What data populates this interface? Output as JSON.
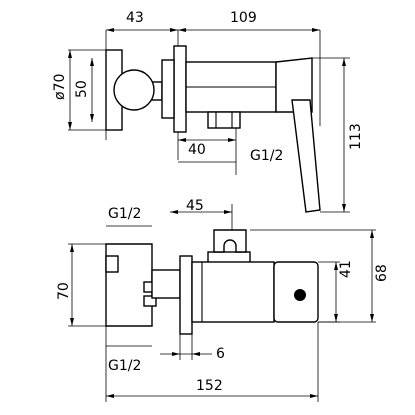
{
  "top_view": {
    "dims": {
      "d43": "43",
      "d109": "109",
      "d70dia": "ø70",
      "d50": "50",
      "d40": "40",
      "thread": "G1/2",
      "d113": "113"
    }
  },
  "front_view": {
    "dims": {
      "thread_top": "G1/2",
      "d45": "45",
      "d41": "41",
      "d68": "68",
      "d70": "70",
      "d6": "6",
      "thread_bottom": "G1/2",
      "d152": "152"
    }
  }
}
